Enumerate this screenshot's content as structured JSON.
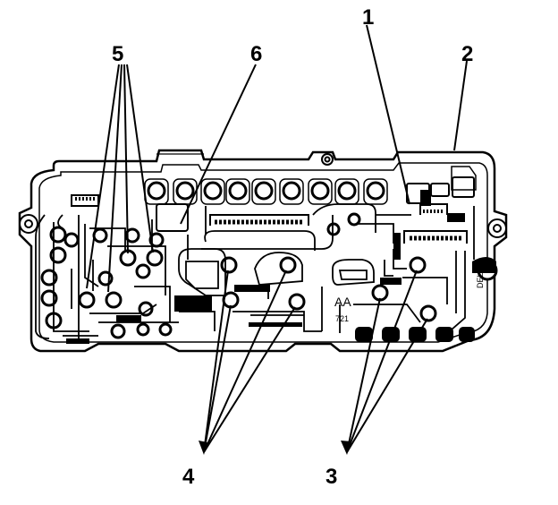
{
  "callouts": {
    "c1": "1",
    "c2": "2",
    "c3": "3",
    "c4": "4",
    "c5": "5",
    "c6": "6"
  },
  "board_markings": {
    "aa": "AA",
    "code": "721",
    "side_mark": "DELCO"
  },
  "colors": {
    "line": "#000000",
    "background": "#ffffff"
  }
}
